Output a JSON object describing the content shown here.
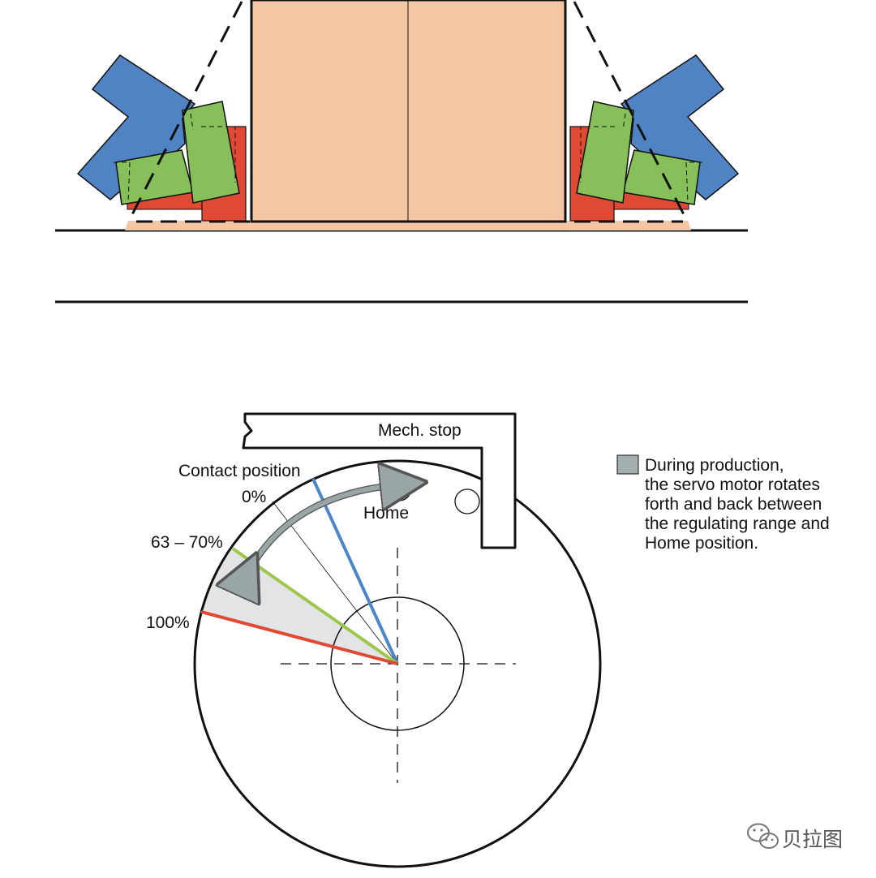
{
  "labels": {
    "mech_stop": "Mech. stop",
    "contact_position": "Contact position",
    "zero_percent": "0%",
    "range_percent": "63 – 70%",
    "hundred_percent": "100%",
    "home": "Home"
  },
  "legend": {
    "lines": [
      "During production,",
      "the servo motor rotates",
      "forth and back between",
      "the regulating range and",
      "Home position."
    ]
  },
  "watermark": {
    "text": "贝拉图"
  },
  "colors": {
    "electrode_peach": "#f5c6a4",
    "motor_blue": "#5083c4",
    "gear_green": "#87c05a",
    "bracket_red": "#e04a35",
    "regulating_range_fill": "#e3e4e5",
    "legend_swatch": "#a3aeae",
    "arrow_gray": "#99a5a6",
    "line_blue": "#4a86c8",
    "line_green": "#9cc74a",
    "line_red": "#e04a35",
    "outline": "#111111"
  },
  "icons": {
    "wechat": "wechat-icon"
  }
}
